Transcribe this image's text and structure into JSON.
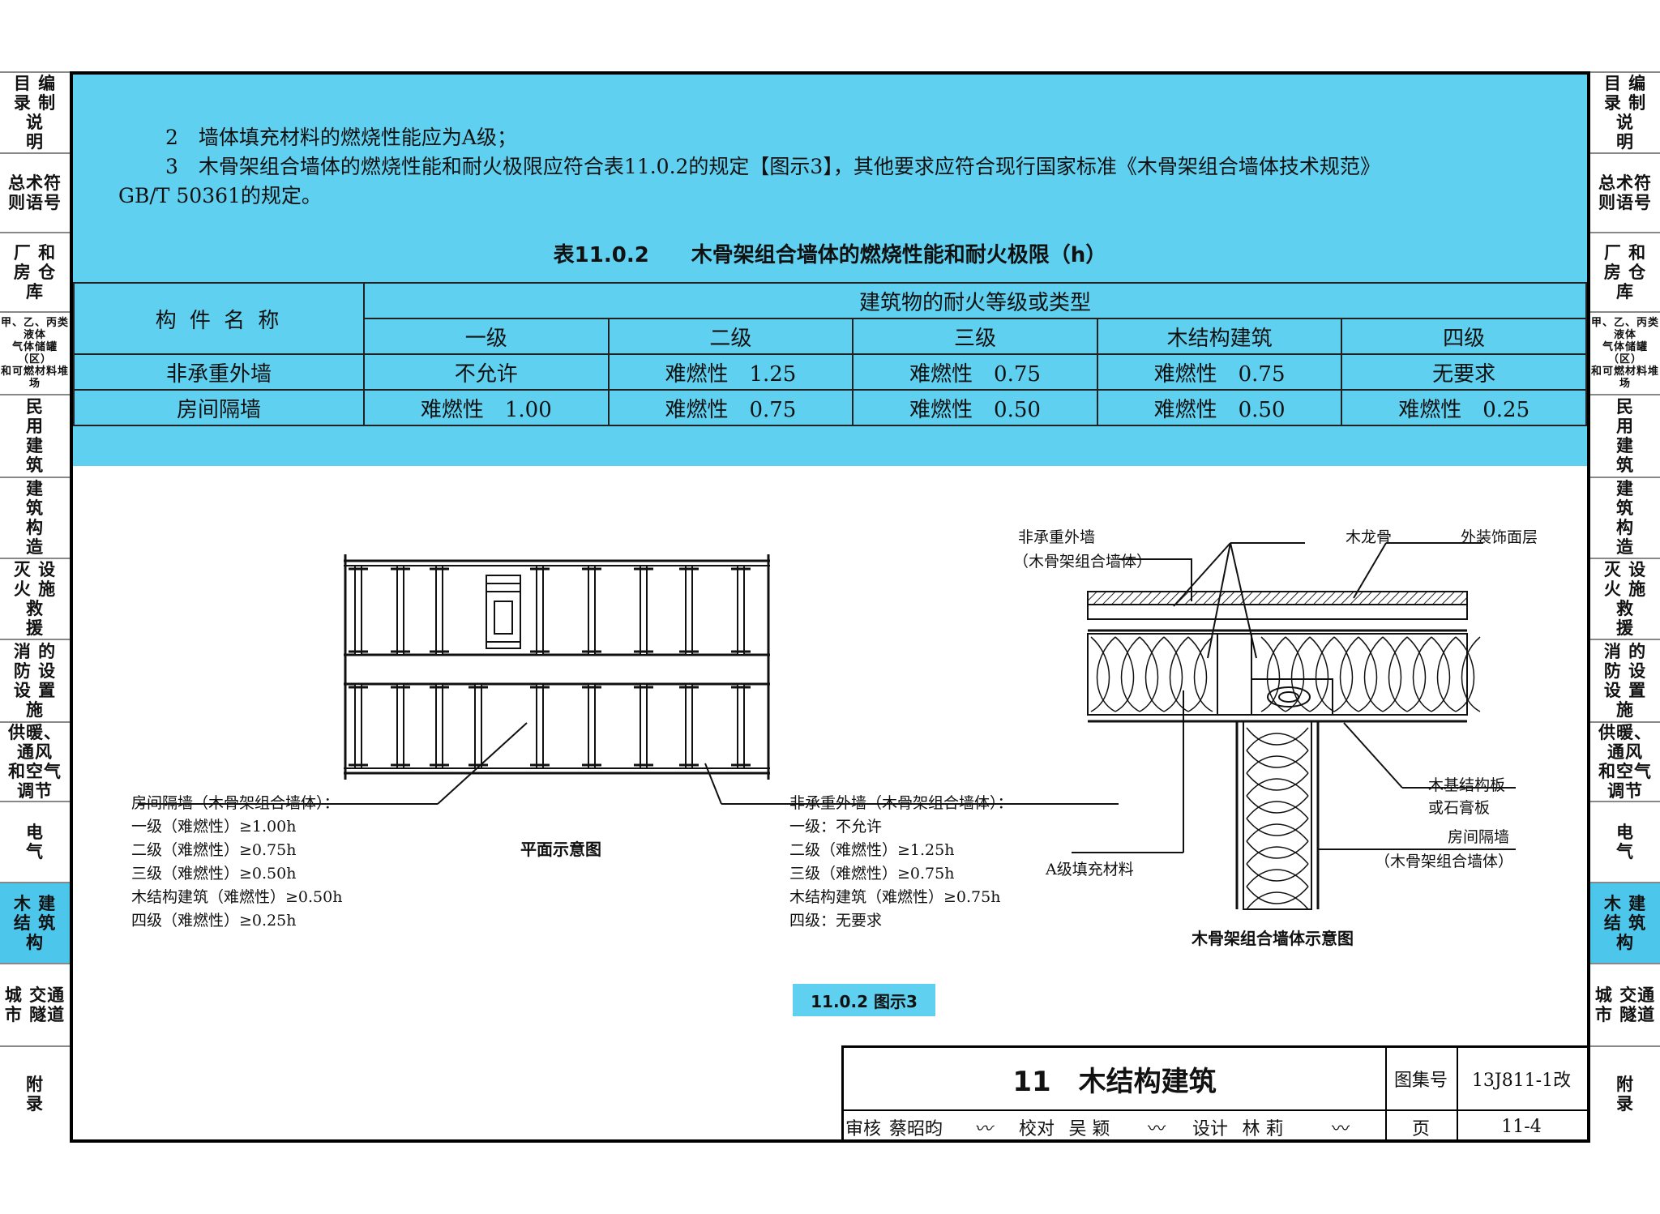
{
  "side_tabs": [
    {
      "label": "目 编\n录 制\n  说\n  明",
      "active": false
    },
    {
      "label": "总术符\n则语号",
      "active": false
    },
    {
      "label": "厂 和\n房 仓\n  库",
      "active": false
    },
    {
      "label": "甲、乙、丙类液体\n气体储罐（区）\n和可燃材料堆场",
      "active": false
    },
    {
      "label": "民\n用\n建\n筑",
      "active": false
    },
    {
      "label": "建\n筑\n构\n造",
      "active": false
    },
    {
      "label": "灭 设\n火 施\n救\n援",
      "active": false
    },
    {
      "label": "消 的\n防 设\n设 置\n施",
      "active": false
    },
    {
      "label": "供暖、通风\n和空气调节",
      "active": false
    },
    {
      "label": "电\n气",
      "active": false
    },
    {
      "label": "木 建\n结 筑\n构",
      "active": true
    },
    {
      "label": "城 交通\n市 隧道",
      "active": false
    },
    {
      "label": "附\n录",
      "active": false
    }
  ],
  "text": {
    "para1": "2　墙体填充材料的燃烧性能应为A级；",
    "para2": "3　木骨架组合墙体的燃烧性能和耐火极限应符合表11.0.2的规定【图示3】，其他要求应符合现行国家标准《木骨架组合墙体技术规范》",
    "para3": "GB/T 50361的规定。"
  },
  "table": {
    "caption": "表11.0.2　　木骨架组合墙体的燃烧性能和耐火极限（h）",
    "name_header": "构 件 名 称",
    "group_header": "建筑物的耐火等级或类型",
    "columns": [
      "一级",
      "二级",
      "三级",
      "木结构建筑",
      "四级"
    ],
    "rows": [
      {
        "name": "非承重外墙",
        "cells": [
          "不允许",
          "难燃性　1.25",
          "难燃性　0.75",
          "难燃性　0.75",
          "无要求"
        ]
      },
      {
        "name": "房间隔墙",
        "cells": [
          "难燃性　1.00",
          "难燃性　0.75",
          "难燃性　0.50",
          "难燃性　0.50",
          "难燃性　0.25"
        ]
      }
    ]
  },
  "plan": {
    "caption": "平面示意图",
    "left_note": {
      "title": "房间隔墙（木骨架组合墙体）：",
      "lines": [
        "一级（难燃性）≥1.00h",
        "二级（难燃性）≥0.75h",
        "三级（难燃性）≥0.50h",
        "木结构建筑（难燃性）≥0.50h",
        "四级（难燃性）≥0.25h"
      ]
    },
    "right_note": {
      "title": "非承重外墙（木骨架组合墙体）：",
      "lines": [
        "一级：不允许",
        "二级（难燃性）≥1.25h",
        "三级（难燃性）≥0.75h",
        "木结构建筑（难燃性）≥0.75h",
        "四级：无要求"
      ]
    }
  },
  "section": {
    "caption": "木骨架组合墙体示意图",
    "labels": {
      "ext_wall": "非承重外墙",
      "ext_wall_sub": "（木骨架组合墙体）",
      "stud": "木龙骨",
      "finish": "外装饰面层",
      "sheathing": "木基结构板",
      "sheathing_sub": "或石膏板",
      "partition": "房间隔墙",
      "partition_sub": "（木骨架组合墙体）",
      "fill": "A级填充材料"
    }
  },
  "figure_badge": "11.0.2 图示3",
  "title_block": {
    "chapter": "11　木结构建筑",
    "atlas_label": "图集号",
    "atlas_no": "13J811-1改",
    "review_label": "审核",
    "reviewer": "蔡昭昀",
    "check_label": "校对",
    "checker": "吴 颖",
    "design_label": "设计",
    "designer": "林 莉",
    "page_label": "页",
    "page_no": "11-4"
  },
  "colors": {
    "accent": "#5fd0f0",
    "tab_active": "#4cc6ea",
    "line": "#111111"
  }
}
